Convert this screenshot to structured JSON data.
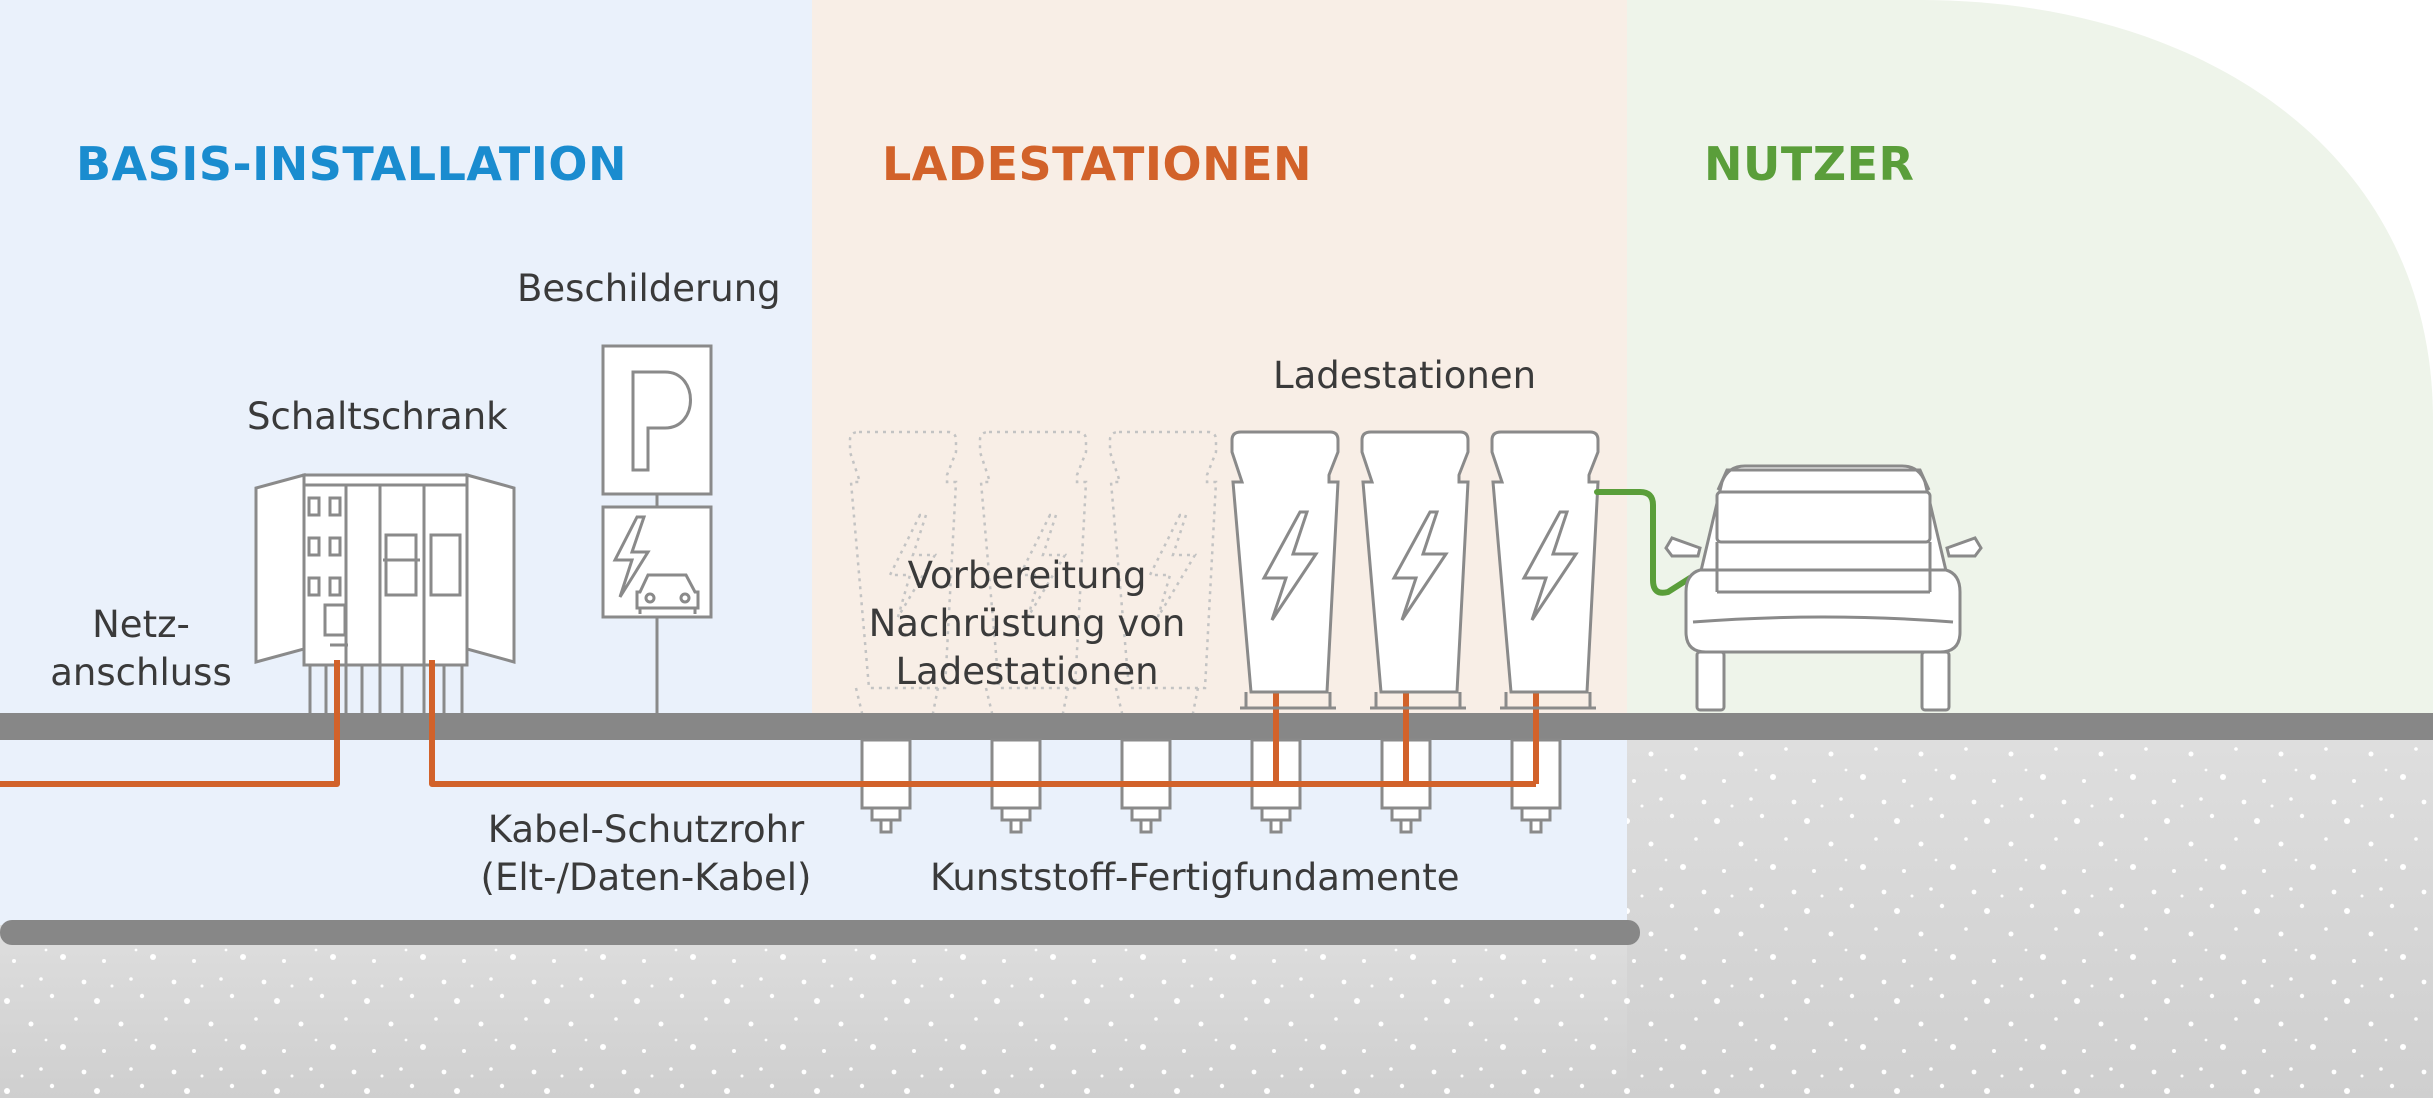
{
  "sections": {
    "basis": {
      "title": "BASIS-INSTALLATION",
      "color": "#1a8ccf"
    },
    "lade": {
      "title": "LADESTATIONEN",
      "color": "#d2622a"
    },
    "nutzer": {
      "title": "NUTZER",
      "color": "#5a9e3a"
    }
  },
  "labels": {
    "beschilderung": "Beschilderung",
    "schaltschrank": "Schaltschrank",
    "ladestationen": "Ladestationen",
    "netzanschluss": "Netz-\nanschluss",
    "vorbereitung": "Vorbereitung\nNachrüstung von\nLadestationen",
    "kabel": "Kabel-Schutzrohr\n(Elt-/Daten-Kabel)",
    "fundamente": "Kunststoff-Fertigfundamente"
  },
  "colors": {
    "cable": "#d2622a",
    "charge_cable": "#5a9e3a",
    "ground": "#878787",
    "outline": "#8a8a8a",
    "basis_bg": "#eaf1fb",
    "lade_bg": "#f8eee6",
    "nutzer_bg": "#eef4ea"
  },
  "icons": [
    "parking-sign-icon",
    "ev-charging-sign-icon",
    "lightning-bolt-icon",
    "car-icon",
    "switch-cabinet-icon"
  ]
}
